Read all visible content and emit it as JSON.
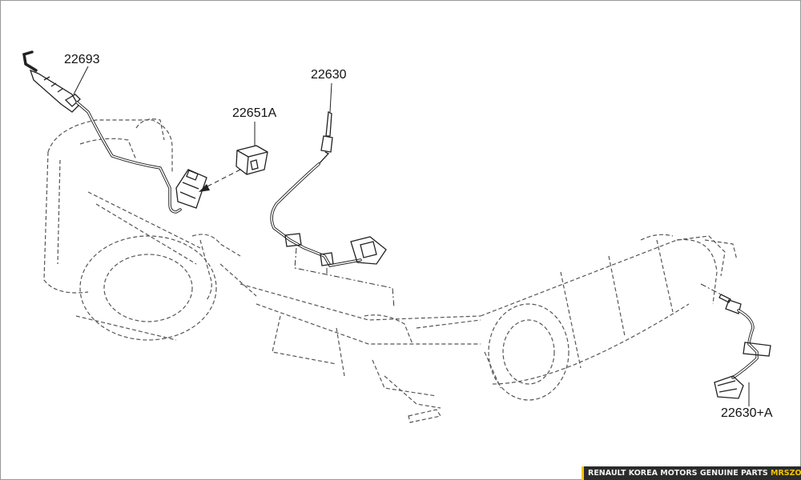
{
  "labels": {
    "oxygen_sensor": "22693",
    "connector_bracket": "22651A",
    "temp_sensor": "22630",
    "temp_sensor_a": "22630+A"
  },
  "footer": {
    "brand": "RENAULT KOREA MOTORS GENUINE PARTS",
    "site": "MRSZONE",
    "accent_color": "#f5c400"
  },
  "colors": {
    "line": "#222222",
    "dashed": "#555555",
    "background": "#ffffff"
  }
}
